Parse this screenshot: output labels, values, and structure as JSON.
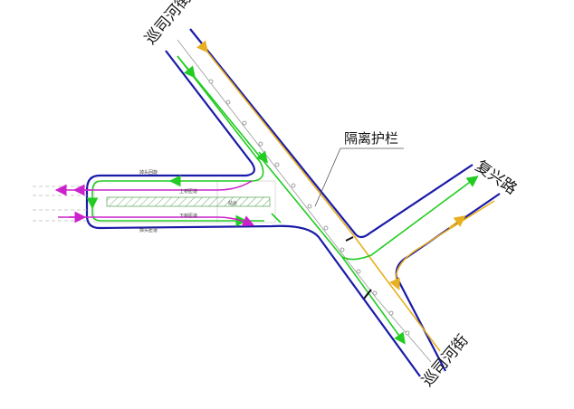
{
  "labels": {
    "north_street": "巡司河街",
    "south_street": "巡司河街",
    "east_road": "复兴路",
    "guardrail": "隔离护栏",
    "upper_ramp_top": "掉头回旋",
    "upper_ramp": "上桥匝道",
    "platform": "站台",
    "lower_ramp": "下桥匝道",
    "lower_ramp_bottom": "掉头匝道"
  },
  "colors": {
    "road_edge": "#1a1aa8",
    "green_lane": "#22cc22",
    "yellow_lane": "#e8b020",
    "magenta_lane": "#cc22cc",
    "platform_hatch": "#66aa66",
    "centerline": "#999999",
    "guardrail_leader": "#555555"
  }
}
